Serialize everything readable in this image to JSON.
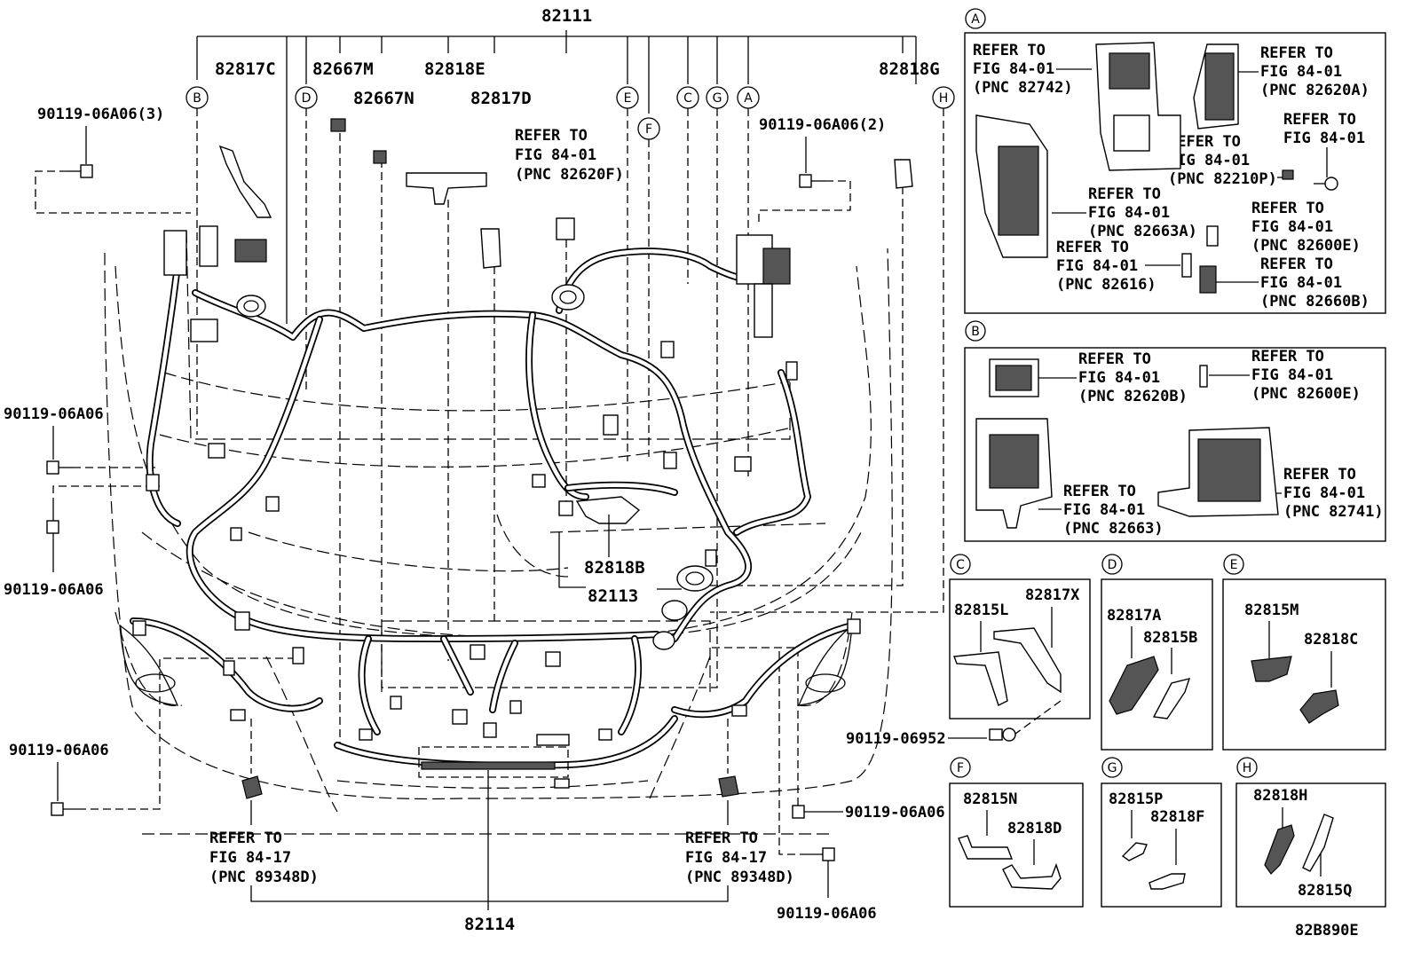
{
  "main": {
    "top_label": "82111",
    "labels_top": [
      "82817C",
      "82667M",
      "82667N",
      "82818E",
      "82817D",
      "82818G"
    ],
    "refer_82620F": [
      "REFER TO",
      "FIG 84-01",
      "(PNC 82620F)"
    ],
    "bolt_top_left": "90119-06A06(3)",
    "bolt_top_right": "90119-06A06(2)",
    "bolt_left_1": "90119-06A06",
    "bolt_left_2": "90119-06A06",
    "bolt_bottom_left": "90119-06A06",
    "bolt_bottom_right_1": "90119-06A06",
    "bolt_bottom_right_2": "90119-06A06",
    "center_b": "82818B",
    "center_113": "82113",
    "bottom_114": "82114",
    "refer_left": [
      "REFER TO",
      "FIG 84-17",
      "(PNC 89348D)"
    ],
    "refer_right": [
      "REFER TO",
      "FIG 84-17",
      "(PNC 89348D)"
    ],
    "circles": [
      "B",
      "D",
      "E",
      "F",
      "C",
      "G",
      "A",
      "H"
    ],
    "diagram_code": "82B890E"
  },
  "panel_a": {
    "tag": "A",
    "r1": [
      "REFER TO",
      "FIG 84-01",
      "(PNC 82742)"
    ],
    "r2": [
      "REFER TO",
      "FIG 84-01",
      "(PNC 82620A)"
    ],
    "r3": [
      "REFER TO",
      "FIG 84-01",
      "(PNC 82210P)"
    ],
    "r4": [
      "REFER TO",
      "FIG 84-01"
    ],
    "r5": [
      "REFER TO",
      "FIG 84-01",
      "(PNC 82663A)"
    ],
    "r6": [
      "REFER TO",
      "FIG 84-01",
      "(PNC 82600E)"
    ],
    "r7": [
      "REFER TO",
      "FIG 84-01",
      "(PNC 82616)"
    ],
    "r8": [
      "REFER TO",
      "FIG 84-01",
      "(PNC 82660B)"
    ]
  },
  "panel_b": {
    "tag": "B",
    "r1": [
      "REFER TO",
      "FIG 84-01",
      "(PNC 82620B)"
    ],
    "r2": [
      "REFER TO",
      "FIG 84-01",
      "(PNC 82600E)"
    ],
    "r3": [
      "REFER TO",
      "FIG 84-01",
      "(PNC 82663)"
    ],
    "r4": [
      "REFER TO",
      "FIG 84-01",
      "(PNC 82741)"
    ]
  },
  "panel_c": {
    "tag": "C",
    "parts": [
      "82815L",
      "82817X"
    ],
    "bolt": "90119-06952"
  },
  "panel_d": {
    "tag": "D",
    "parts": [
      "82817A",
      "82815B"
    ]
  },
  "panel_e": {
    "tag": "E",
    "parts": [
      "82815M",
      "82818C"
    ]
  },
  "panel_f": {
    "tag": "F",
    "parts": [
      "82815N",
      "82818D"
    ]
  },
  "panel_g": {
    "tag": "G",
    "parts": [
      "82815P",
      "82818F"
    ]
  },
  "panel_h": {
    "tag": "H",
    "parts": [
      "82818H",
      "82815Q"
    ]
  }
}
